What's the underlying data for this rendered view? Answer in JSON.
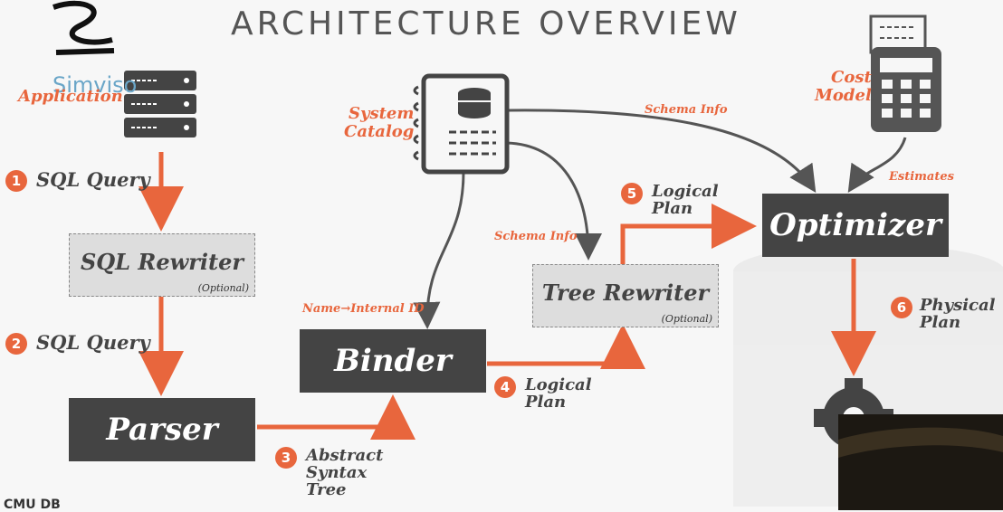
{
  "title": "ARCHITECTURE OVERVIEW",
  "logo_text": "Simviso",
  "footer_logo": "CMU DB",
  "nodes": {
    "application": "Application",
    "system_catalog": "System\nCatalog",
    "cost_model": "Cost\nModel",
    "sql_rewriter": "SQL Rewriter",
    "sql_rewriter_opt": "(Optional)",
    "parser": "Parser",
    "binder": "Binder",
    "tree_rewriter": "Tree Rewriter",
    "tree_rewriter_opt": "(Optional)",
    "optimizer": "Optimizer"
  },
  "steps": [
    {
      "num": "1",
      "label": "SQL Query"
    },
    {
      "num": "2",
      "label": "SQL Query"
    },
    {
      "num": "3",
      "label": "Abstract\nSyntax\nTree"
    },
    {
      "num": "4",
      "label": "Logical\nPlan"
    },
    {
      "num": "5",
      "label": "Logical\nPlan"
    },
    {
      "num": "6",
      "label": "Physical\nPlan"
    }
  ],
  "edge_labels": {
    "schema_info_top": "Schema Info",
    "schema_info_mid": "Schema Info",
    "name_internal": "Name→Internal ID",
    "estimates": "Estimates"
  },
  "colors": {
    "accent": "#e8663d",
    "dark_box": "#444444",
    "light_box": "#dddddd"
  }
}
